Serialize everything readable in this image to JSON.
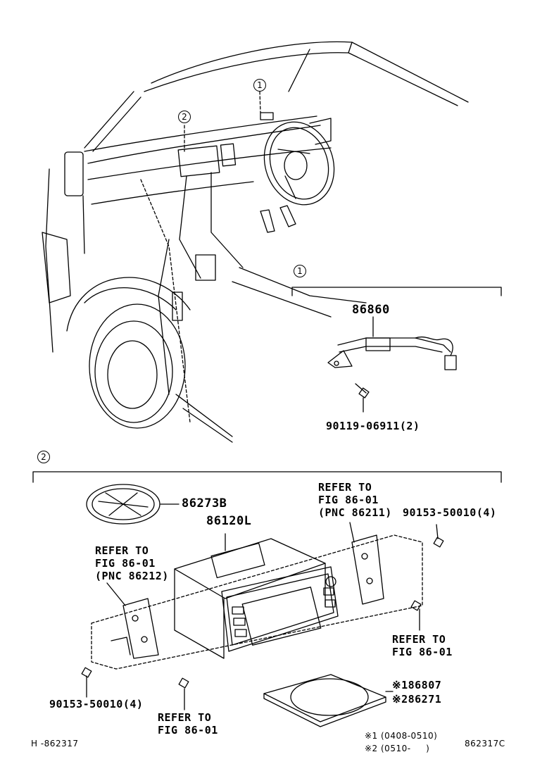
{
  "callouts": {
    "one": "1",
    "two": "2"
  },
  "section1": {
    "marker": "1",
    "part_number": "86860",
    "screw": "90119-06911(2)"
  },
  "section2": {
    "marker": "2",
    "ring_part": "86273B",
    "unit_part": "86120L",
    "refer_right": [
      "REFER TO",
      "FIG 86-01",
      "(PNC 86211)"
    ],
    "screw_right": "90153-50010(4)",
    "refer_left": [
      "REFER TO",
      "FIG 86-01",
      "(PNC 86212)"
    ],
    "refer_lower_right": [
      "REFER TO",
      "FIG 86-01"
    ],
    "screw_left": "90153-50010(4)",
    "refer_bottom": [
      "REFER TO",
      "FIG 86-01"
    ],
    "disc_part_1": "※186807",
    "disc_part_2": "※286271"
  },
  "footer": {
    "left_id": "H -862317",
    "note_1": "※1 (0408-0510)",
    "note_2": "※2 (0510-     )",
    "right_id": "862317C"
  }
}
